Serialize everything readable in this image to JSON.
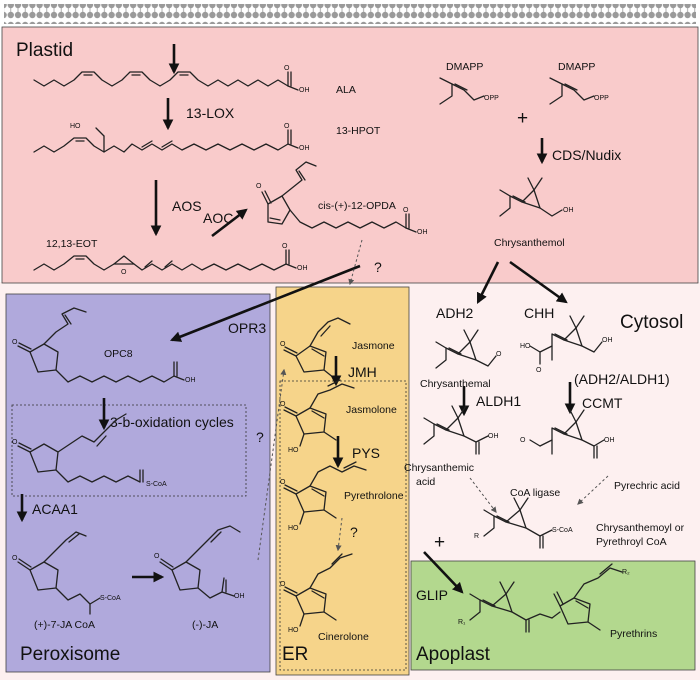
{
  "compartments": {
    "plastid": "Plastid",
    "peroxisome": "Peroxisome",
    "er": "ER",
    "cytosol": "Cytosol",
    "apoplast": "Apoplast"
  },
  "enzymes": {
    "lox": "13-LOX",
    "aos": "AOS",
    "aoc": "AOC",
    "cds": "CDS/Nudix",
    "opr3": "OPR3",
    "beta_ox": "3-b-oxidation cycles",
    "acaa1": "ACAA1",
    "jmh": "JMH",
    "pys": "PYS",
    "adh2": "ADH2",
    "chh": "CHH",
    "aldh1": "ALDH1",
    "adh2_aldh1": "(ADH2/ALDH1)",
    "ccmt": "CCMT",
    "coa_ligase": "CoA ligase",
    "glip": "GLIP"
  },
  "metabolites": {
    "ala": "ALA",
    "hpot": "13-HPOT",
    "eot": "12,13-EOT",
    "opda": "cis-(+)-12-OPDA",
    "dmapp_1": "DMAPP",
    "dmapp_2": "DMAPP",
    "chrysanthemol": "Chrysanthemol",
    "opc8": "OPC8",
    "ja_coa": "(+)-7-JA CoA",
    "ja": "(-)-JA",
    "jasmone": "Jasmone",
    "jasmolone": "Jasmolone",
    "pyrethrolone": "Pyrethrolone",
    "cinerolone": "Cinerolone",
    "chrysanthemal": "Chrysanthemal",
    "chrysanthemic_acid_1": "Chrysanthemic",
    "chrysanthemic_acid_2": "acid",
    "pyrethric_acid": "Pyrechric acid",
    "coa_ester_1": "Chrysanthemoyl or",
    "coa_ester_2": "Pyrethroyl CoA",
    "pyrethrins": "Pyrethrins"
  },
  "atoms": {
    "oh": "OH",
    "o": "O",
    "ho": "HO",
    "opp": "OPP",
    "hoo": "HO",
    "scoa": "S-CoA",
    "r": "R",
    "r1": "R₁",
    "r2": "R₂"
  },
  "symbols": {
    "plus": "+",
    "question": "?"
  },
  "colors": {
    "plastid": "#f9cbcb",
    "peroxisome": "#b0a9dc",
    "er": "#f6d48a",
    "cytosol": "#fdf0f0",
    "apoplast": "#b3d88e",
    "membrane": "#9a9a9a"
  }
}
